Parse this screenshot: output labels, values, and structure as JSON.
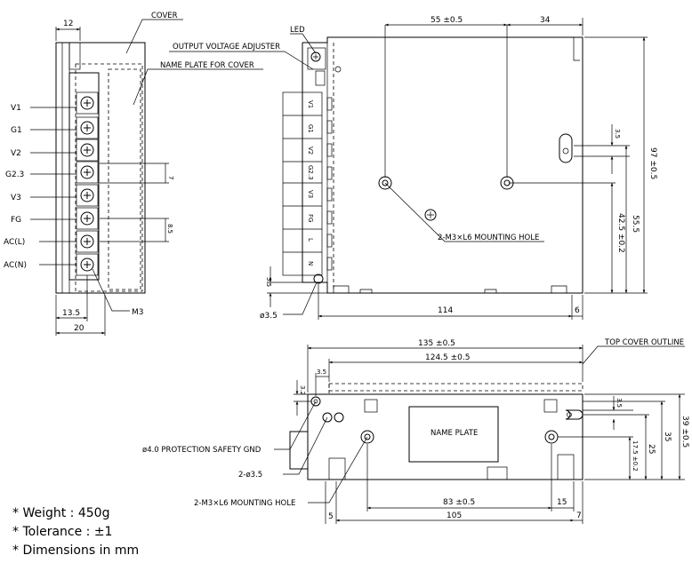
{
  "left_view": {
    "dim_top": "12",
    "dim_bottom_1": "13.5",
    "dim_bottom_2": "20",
    "dim_pitch": "7",
    "dim_pitch_2": "8.5",
    "label_cover": "COVER",
    "label_name_plate_cover": "NAME PLATE FOR COVER",
    "label_screw": "M3",
    "terminals": [
      "V1",
      "G1",
      "V2",
      "G2.3",
      "V3",
      "FG",
      "AC(L)",
      "AC(N)"
    ]
  },
  "top_view": {
    "label_led": "LED",
    "label_adjuster": "OUTPUT VOLTAGE ADJUSTER",
    "dim_55": "55 ±0.5",
    "dim_34": "34",
    "dim_97": "97 ±0.5",
    "dim_55_5": "55.5",
    "dim_42_5": "42.5 ±0.2",
    "dim_3_5": "3.5",
    "dim_5_5": "5.5",
    "dim_hole": "ø3.5",
    "dim_114": "114",
    "dim_6": "6",
    "label_mounting": "2-M3×L6 MOUNTING HOLE",
    "terminal_marks": [
      "V1",
      "G1",
      "V2",
      "G2.3",
      "V3",
      "FG",
      "L",
      "N"
    ]
  },
  "side_view": {
    "dim_135": "135 ±0.5",
    "dim_124_5": "124.5 ±0.5",
    "dim_3_5": "3.5",
    "dim_3_5b": "3.5",
    "dim_small": "3.2",
    "dim_39": "39 ±0.5",
    "dim_35": "35",
    "dim_25": "25",
    "dim_17_5": "17.5 ±0.2",
    "dim_83": "83 ±0.5",
    "dim_15": "15",
    "dim_5": "5",
    "dim_105": "105",
    "dim_7": "7",
    "label_top_cover": "TOP COVER OUTLINE",
    "label_name_plate": "NAME PLATE",
    "label_gnd": "ø4.0 PROTECTION SAFETY GND",
    "label_holes": "2-ø3.5",
    "label_mounting": "2-M3×L6 MOUNTING HOLE"
  },
  "notes": {
    "weight": "* Weight : 450g",
    "tolerance": "* Tolerance : ±1",
    "units": "* Dimensions in mm"
  }
}
